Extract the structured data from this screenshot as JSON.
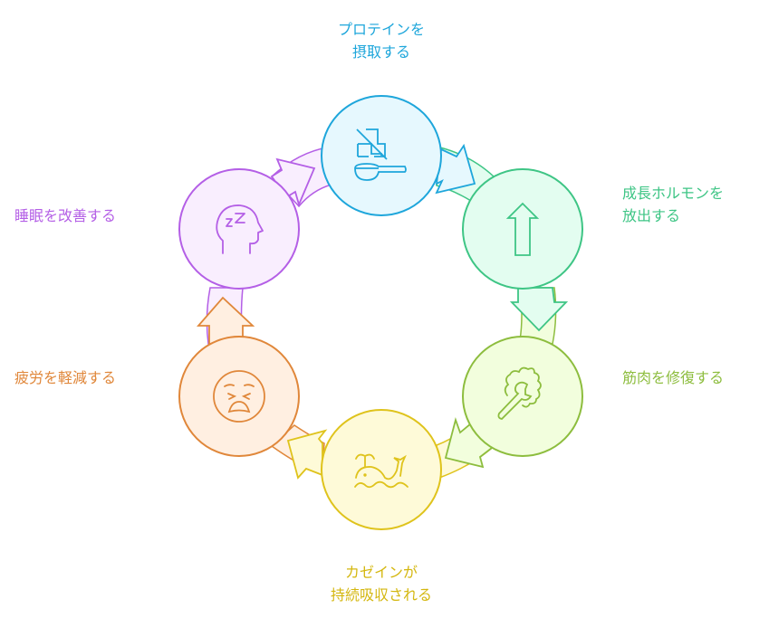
{
  "title": "Protein cycle",
  "steps": [
    {
      "id": "protein",
      "line1": "プロテインを",
      "line2": "摂取する",
      "icon": "protein-scoop-icon",
      "color": "#1ea6db",
      "fill": "#e6f8fe"
    },
    {
      "id": "hormone",
      "line1": "成長ホルモンを",
      "line2": "放出する",
      "icon": "arrow-up-icon",
      "color": "#3ec585",
      "fill": "#e3fdf0"
    },
    {
      "id": "muscle",
      "line1": "筋肉を修復する",
      "icon": "wrench-gear-icon",
      "color": "#8dbd3e",
      "fill": "#f2fedd"
    },
    {
      "id": "casein",
      "line1": "カゼインが",
      "line2": "持続吸収される",
      "icon": "whale-icon",
      "color": "#dfc31c",
      "fill": "#fefad8"
    },
    {
      "id": "fatigue",
      "line1": "疲労を軽減する",
      "icon": "tired-face-icon",
      "color": "#e0873a",
      "fill": "#ffefe1"
    },
    {
      "id": "sleep",
      "line1": "睡眠を改善する",
      "icon": "sleeping-head-icon",
      "color": "#b45fe6",
      "fill": "#f9eefe"
    }
  ]
}
